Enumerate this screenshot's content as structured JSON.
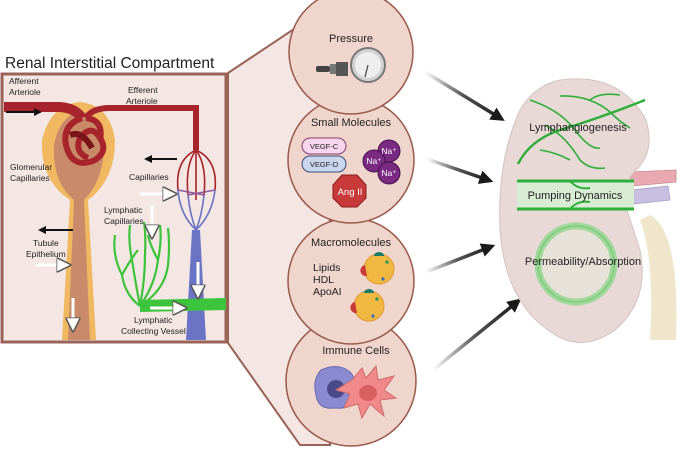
{
  "title": "Renal Interstitial Compartment",
  "compartment_labels": {
    "afferent_arteriole": [
      "Afferent",
      "Arteriole"
    ],
    "efferent_arteriole": [
      "Efferent",
      "Arteriole"
    ],
    "glomerular_capillaries": [
      "Glomerular",
      "Capillaries"
    ],
    "capillaries": "Capillaries",
    "lymphatic_capillaries": [
      "Lymphatic",
      "Capillaries"
    ],
    "tubule_epithelium": [
      "Tubule",
      "Epithelium"
    ],
    "lymphatic_collecting_vessel": [
      "Lymphatic",
      "Collecting Vessel"
    ]
  },
  "factors": [
    {
      "id": "pressure",
      "title": "Pressure",
      "icon": "pressure-gauge"
    },
    {
      "id": "small-molecules",
      "title": "Small Molecules",
      "items": [
        "VEGF-C",
        "VEGF-D",
        "Na⁺",
        "Na⁺",
        "Na⁺",
        "Ang II"
      ]
    },
    {
      "id": "macromolecules",
      "title": "Macromolecules",
      "items": [
        "Lipids",
        "HDL",
        "ApoAI"
      ]
    },
    {
      "id": "immune-cells",
      "title": "Immune Cells",
      "icon": "immune-cells"
    }
  ],
  "kidney_effects": [
    "Lymphangiogenesis",
    "Pumping Dynamics",
    "Permeability/Absorption"
  ],
  "colors": {
    "frame": "#9a6358",
    "compartment_bg": "#f4e6e2",
    "circle_fill": "#efd5cc",
    "circle_stroke": "#9a5a4c",
    "artery": "#a8242c",
    "vein": "#6b74c4",
    "lymph": "#3cc43c",
    "tubule": "#f0b860",
    "kidney": "#e8d8d6"
  }
}
